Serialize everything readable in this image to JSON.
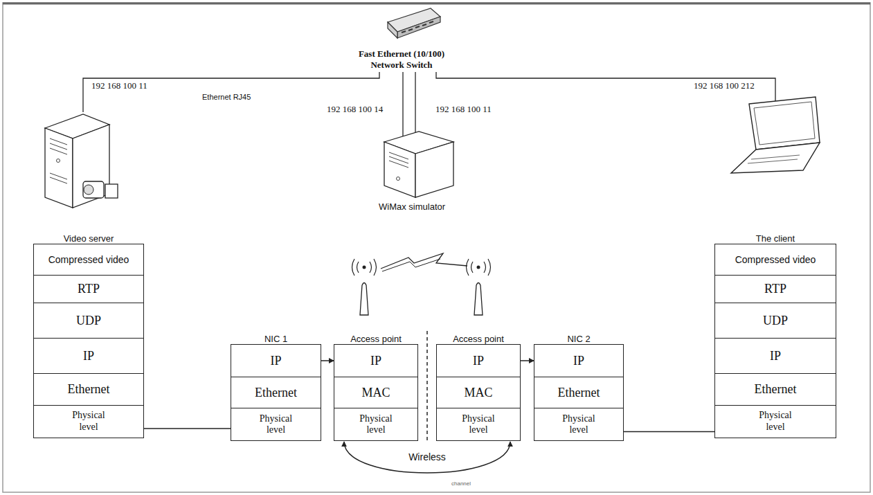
{
  "diagram": {
    "nodes": [
      {
        "text": [
          "Video server"
        ]
      },
      {
        "text": [
          "Compressed video"
        ],
        "in": 0
      },
      {
        "text": [
          "RTP"
        ],
        "in": 0
      },
      {
        "text": [
          "UDP"
        ],
        "in": 0
      },
      {
        "text": [
          "IP"
        ],
        "in": 0
      },
      {
        "text": [
          "Ethernet"
        ],
        "in": 0
      },
      {
        "text": [
          "Physical level"
        ],
        "in": 0
      },
      {
        "text": [
          "NIC 1"
        ]
      },
      {
        "text": [
          "IP"
        ],
        "in": 7
      },
      {
        "text": [
          "Ethernet"
        ],
        "in": 7
      },
      {
        "text": [
          "Physical level"
        ],
        "in": 7
      },
      {
        "text": [
          "Access point"
        ]
      },
      {
        "text": [
          "IP"
        ],
        "in": 11
      },
      {
        "text": [
          "MAC"
        ],
        "in": 11
      },
      {
        "text": [
          "Physical level"
        ],
        "in": 11
      },
      {
        "text": [
          "Access point"
        ]
      },
      {
        "text": [
          "IP"
        ],
        "in": 15
      },
      {
        "text": [
          "MAC"
        ],
        "in": 15
      },
      {
        "text": [
          "Physical level"
        ],
        "in": 15
      },
      {
        "text": [
          "NIC 2"
        ]
      },
      {
        "text": [
          "IP"
        ],
        "in": 19
      },
      {
        "text": [
          "Ethernet"
        ],
        "in": 19
      },
      {
        "text": [
          "Physical level"
        ],
        "in": 19
      },
      {
        "text": [
          "The client"
        ]
      },
      {
        "text": [
          "Compressed video"
        ],
        "in": 23
      },
      {
        "text": [
          "RTP"
        ],
        "in": 23
      },
      {
        "text": [
          "UDP"
        ],
        "in": 23
      },
      {
        "text": [
          "IP"
        ],
        "in": 23
      },
      {
        "text": [
          "Ethernet"
        ],
        "in": 23
      },
      {
        "text": [
          "Physical level"
        ],
        "in": 23
      }
    ],
    "edges": [
      {
        "from": 6,
        "to": 10,
        "arrow": "none"
      },
      {
        "from": 8,
        "to": 12,
        "arrow": "to"
      },
      {
        "from": 14,
        "to": 18,
        "label": "Wireless",
        "arrow": "both"
      },
      {
        "from": 16,
        "to": 20,
        "arrow": "to"
      },
      {
        "from": 22,
        "to": 29,
        "arrow": "none"
      }
    ],
    "labels": [
      "Fast Ethernet (10/100) Network Switch",
      "192 168 100 11",
      "Ethernet RJ45",
      "192 168 100 14",
      "192 168 100 11",
      "192 168 100 212",
      "WiMax simulator",
      "channel"
    ]
  }
}
